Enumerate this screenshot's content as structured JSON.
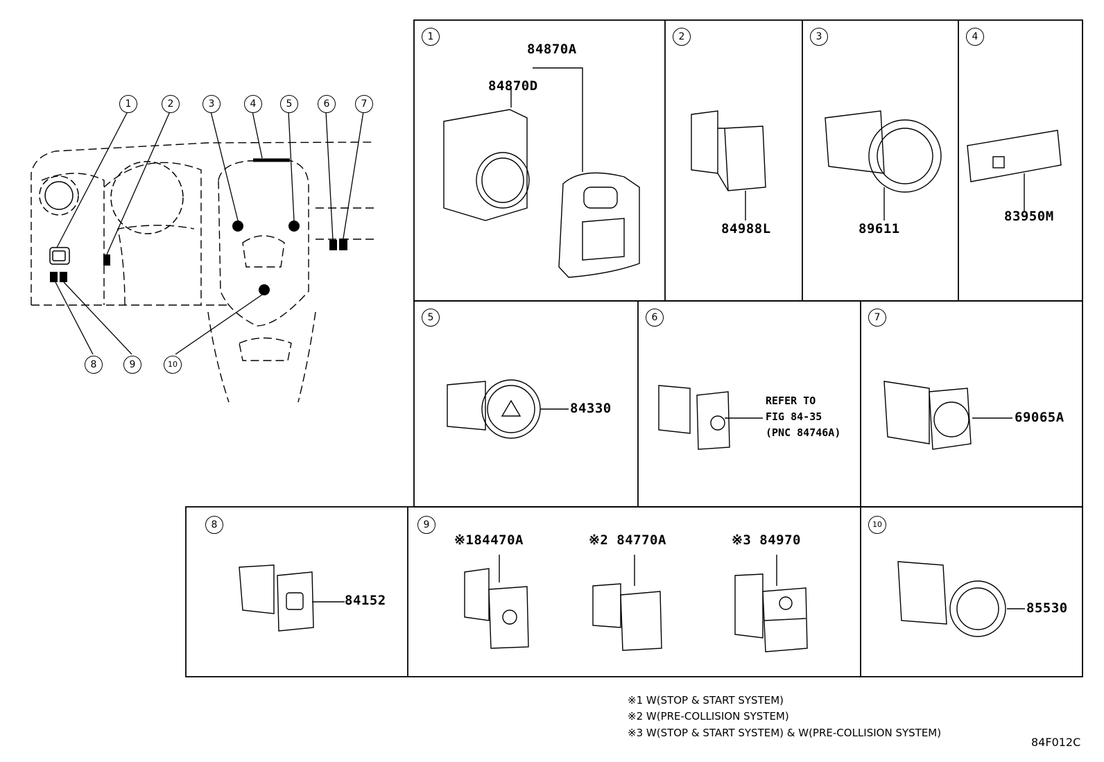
{
  "diagram_code": "84F012C",
  "callouts": [
    "1",
    "2",
    "3",
    "4",
    "5",
    "6",
    "7",
    "8",
    "9",
    "10"
  ],
  "panels": {
    "p1": {
      "num": "1",
      "parts": [
        "84870A",
        "84870D"
      ]
    },
    "p2": {
      "num": "2",
      "parts": [
        "84988L"
      ]
    },
    "p3": {
      "num": "3",
      "parts": [
        "89611"
      ]
    },
    "p4": {
      "num": "4",
      "parts": [
        "83950M"
      ]
    },
    "p5": {
      "num": "5",
      "parts": [
        "84330"
      ]
    },
    "p6": {
      "num": "6",
      "refer": [
        "REFER TO",
        "FIG 84-35",
        "(PNC 84746A)"
      ]
    },
    "p7": {
      "num": "7",
      "parts": [
        "69065A"
      ]
    },
    "p8": {
      "num": "8",
      "parts": [
        "84152"
      ]
    },
    "p9": {
      "num": "9",
      "parts": [
        "※184470A",
        "※2 84770A",
        "※3 84970"
      ]
    },
    "p10": {
      "num": "10",
      "parts": [
        "85530"
      ]
    }
  },
  "notes": [
    "※1 W(STOP & START SYSTEM)",
    "※2 W(PRE-COLLISION SYSTEM)",
    "※3 W(STOP & START SYSTEM) & W(PRE-COLLISION SYSTEM)"
  ]
}
